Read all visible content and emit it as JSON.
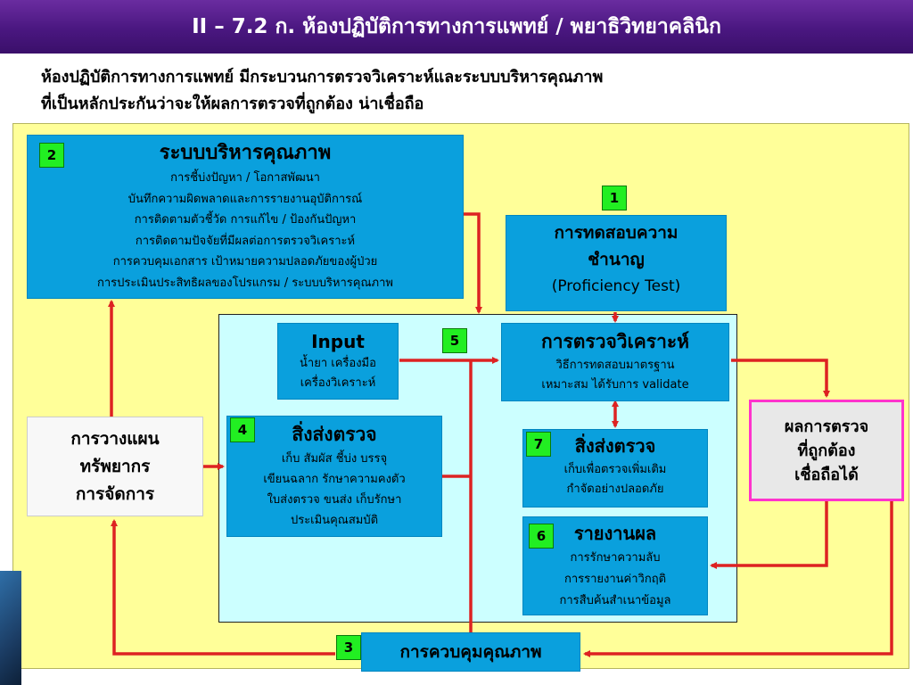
{
  "title": "II – 7.2 ก. ห้องปฏิบัติการทางการแพทย์ / พยาธิวิทยาคลินิก",
  "intro": [
    "ห้องปฏิบัติการทางการแพทย์  มีกระบวนการตรวจวิเคราะห์และระบบบริหารคุณภาพ",
    "ที่เป็นหลักประกันว่าจะให้ผลการตรวจที่ถูกต้อง น่าเชื่อถือ"
  ],
  "qms": {
    "badge": "2",
    "heading": "ระบบบริหารคุณภาพ",
    "lines": [
      "การชี้บ่งปัญหา / โอกาสพัฒนา",
      "บันทึกความผิดพลาดและการรายงานอุบัติการณ์",
      "การติดตามตัวชี้วัด การแก้ไข / ป้องกันปัญหา",
      "การติดตามปัจจัยที่มีผลต่อการตรวจวิเคราะห์",
      "การควบคุมเอกสาร เป้าหมายความปลอดภัยของผู้ป่วย",
      "การประเมินประสิทธิผลของโปรแกรม / ระบบบริหารคุณภาพ"
    ]
  },
  "proficiency": {
    "badge": "1",
    "line1": "การทดสอบความ",
    "line2": "ชำนาญ",
    "line3": "(Proficiency Test)"
  },
  "input": {
    "heading": "Input",
    "lines": [
      "น้ำยา เครื่องมือ",
      "เครื่องวิเคราะห์"
    ]
  },
  "analysis": {
    "badge": "5",
    "heading": "การตรวจวิเคราะห์",
    "lines": [
      "วิธีการทดสอบมาตรฐาน",
      "เหมาะสม ได้รับการ validate"
    ]
  },
  "specimen": {
    "badge": "4",
    "heading": "สิ่งส่งตรวจ",
    "lines": [
      "เก็บ สัมผัส ชี้บ่ง บรรจุ",
      "เขียนฉลาก รักษาความคงตัว",
      "ใบส่งตรวจ ขนส่ง เก็บรักษา",
      "ประเมินคุณสมบัติ"
    ]
  },
  "specimen2": {
    "badge": "7",
    "heading": "สิ่งส่งตรวจ",
    "lines": [
      "เก็บเพื่อตรวจเพิ่มเติม",
      "กำจัดอย่างปลอดภัย"
    ]
  },
  "report": {
    "badge": "6",
    "heading": "รายงานผล",
    "lines": [
      "การรักษาความลับ",
      "การรายงานค่าวิกฤติ",
      "การสืบค้นสำเนาข้อมูล"
    ]
  },
  "planning": {
    "lines": [
      "การวางแผน",
      "ทรัพยากร",
      "การจัดการ"
    ]
  },
  "result": {
    "lines": [
      "ผลการตรวจ",
      "ที่ถูกต้อง",
      "เชื่อถือได้"
    ]
  },
  "qc": {
    "badge": "3",
    "heading": "การควบคุมคุณภาพ"
  },
  "colors": {
    "box_fill": "#0aa0dd",
    "badge_fill": "#22ee22",
    "arrow": "#dd2222",
    "result_border": "#ff33cc",
    "panel_yellow": "#ffff99",
    "panel_cyan": "#ccffff",
    "title_bar": "#4a1780"
  }
}
